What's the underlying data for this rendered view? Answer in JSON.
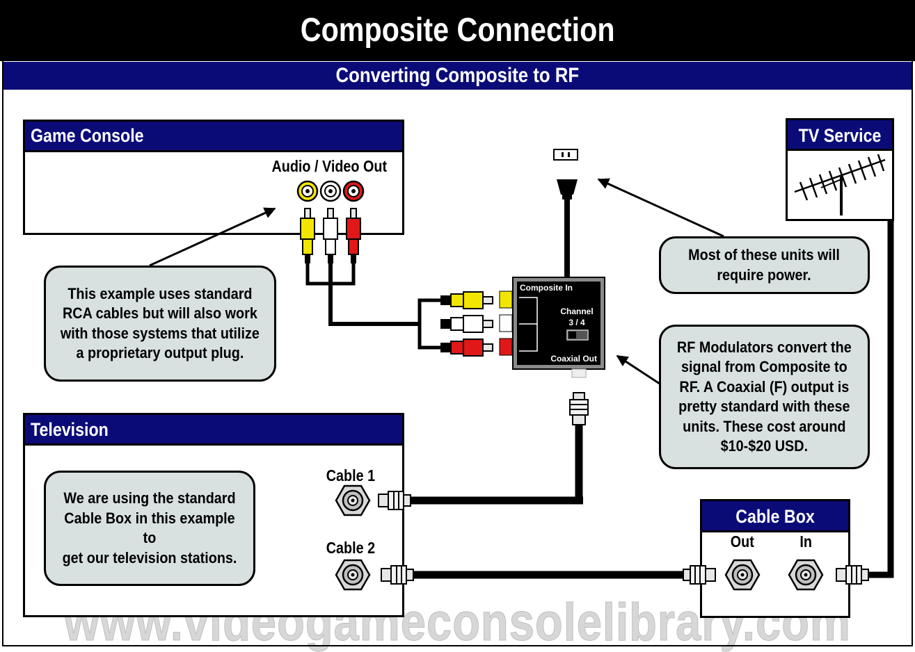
{
  "title": "Composite Connection",
  "subtitle": "Converting Composite to RF",
  "game_console": {
    "heading": "Game Console",
    "port_label": "Audio / Video Out"
  },
  "television": {
    "heading": "Television",
    "cable1_label": "Cable 1",
    "cable2_label": "Cable 2"
  },
  "tv_service": {
    "heading": "TV Service"
  },
  "cable_box": {
    "heading": "Cable Box",
    "out_label": "Out",
    "in_label": "In"
  },
  "modulator": {
    "composite_in": "Composite In",
    "channel": "Channel",
    "channel_value": "3 / 4",
    "coaxial_out": "Coaxial Out"
  },
  "callouts": {
    "rca": "This example uses standard\nRCA cables but will also work\nwith those systems that utilize\na proprietary output plug.",
    "cable_box": "We are using the standard\nCable Box in this example to\nget our television stations.",
    "power": "Most of these units will\nrequire power.",
    "rf": "RF Modulators convert the\nsignal from Composite to\nRF.  A Coaxial (F) output is\npretty standard with these\nunits.  These cost around\n$10-$20 USD."
  },
  "watermark": "www.videogameconsolelibrary.com",
  "colors": {
    "header": "#000000",
    "panel_header": "#0b0b78",
    "callout_fill": "#d9e0e0",
    "video_plug": "#f2e600",
    "audio_left_plug": "#ffffff",
    "audio_right_plug": "#e01818"
  }
}
